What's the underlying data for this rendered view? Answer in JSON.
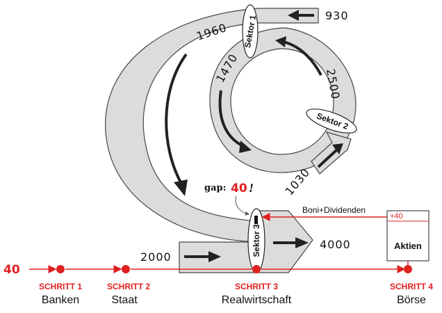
{
  "colors": {
    "band": "#dcdcdc",
    "outline": "#444444",
    "red": "#e02020",
    "text": "#111111"
  },
  "flows": {
    "f930": "930",
    "f1960": "1960",
    "f1470": "1470",
    "f2500": "2500",
    "f1030": "1030",
    "f2000": "2000",
    "f4000": "4000"
  },
  "sectors": {
    "s1": "Sektor 1",
    "s2": "Sektor 2",
    "s3": "Sektor 3"
  },
  "gap": {
    "label": "gap:",
    "value": "40",
    "mark": "!"
  },
  "input_value": "40",
  "boni_label": "Boni+Dividenden",
  "aktien": {
    "delta": "+40",
    "label": "Aktien"
  },
  "steps": [
    {
      "label": "SCHRITT 1",
      "name": "Banken"
    },
    {
      "label": "SCHRITT 2",
      "name": "Staat"
    },
    {
      "label": "SCHRITT 3",
      "name": "Realwirtschaft"
    },
    {
      "label": "SCHRITT 4",
      "name": "Börse"
    }
  ]
}
